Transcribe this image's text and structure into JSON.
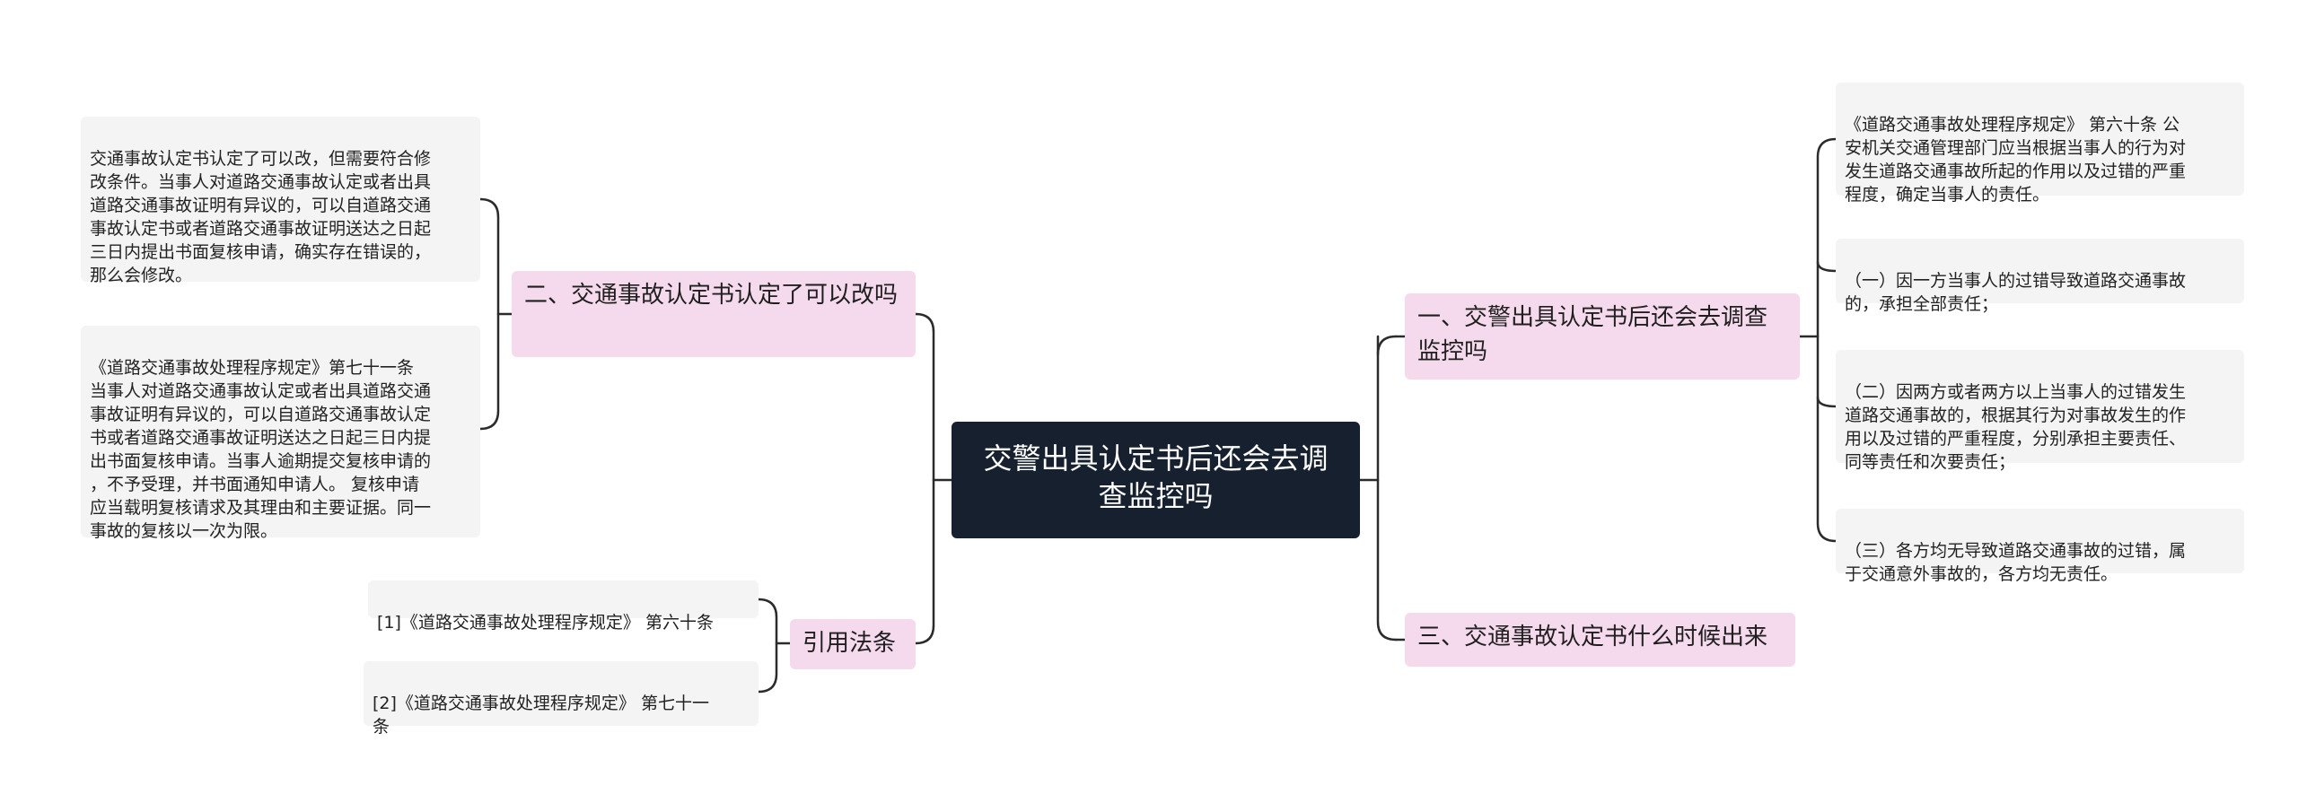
{
  "root": {
    "title": "交警出具认定书后还会去调查监控吗"
  },
  "branches": {
    "q1": "一、交警出具认定书后还会去调查监控吗",
    "q2": "二、交通事故认定书认定了可以改吗",
    "q3": "三、交通事故认定书什么时候出来",
    "cite": "引用法条"
  },
  "leaves": {
    "q1_a": "《道路交通事故处理程序规定》 第六十条 公\n安机关交通管理部门应当根据当事人的行为对\n发生道路交通事故所起的作用以及过错的严重\n程度，确定当事人的责任。",
    "q1_b": "（一）因一方当事人的过错导致道路交通事故\n的，承担全部责任；",
    "q1_c": "（二）因两方或者两方以上当事人的过错发生\n道路交通事故的，根据其行为对事故发生的作\n用以及过错的严重程度，分别承担主要责任、\n同等责任和次要责任；",
    "q1_d": "（三）各方均无导致道路交通事故的过错，属\n于交通意外事故的，各方均无责任。",
    "q2_a": "交通事故认定书认定了可以改，但需要符合修\n改条件。当事人对道路交通事故认定或者出具\n道路交通事故证明有异议的，可以自道路交通\n事故认定书或者道路交通事故证明送达之日起\n三日内提出书面复核申请，确实存在错误的，\n那么会修改。",
    "q2_b": "《道路交通事故处理程序规定》第七十一条\n当事人对道路交通事故认定或者出具道路交通\n事故证明有异议的，可以自道路交通事故认定\n书或者道路交通事故证明送达之日起三日内提\n出书面复核申请。当事人逾期提交复核申请的\n，不予受理，并书面通知申请人。 复核申请\n应当载明复核请求及其理由和主要证据。同一\n事故的复核以一次为限。",
    "cite_a": "[1]《道路交通事故处理程序规定》 第六十条",
    "cite_b": "[2]《道路交通事故处理程序规定》 第七十一\n条"
  },
  "colors": {
    "root_bg": "#16202e",
    "branch_bg": "#f5d9ec",
    "leaf_bg": "#f4f4f4",
    "line": "#2b2b2b"
  }
}
